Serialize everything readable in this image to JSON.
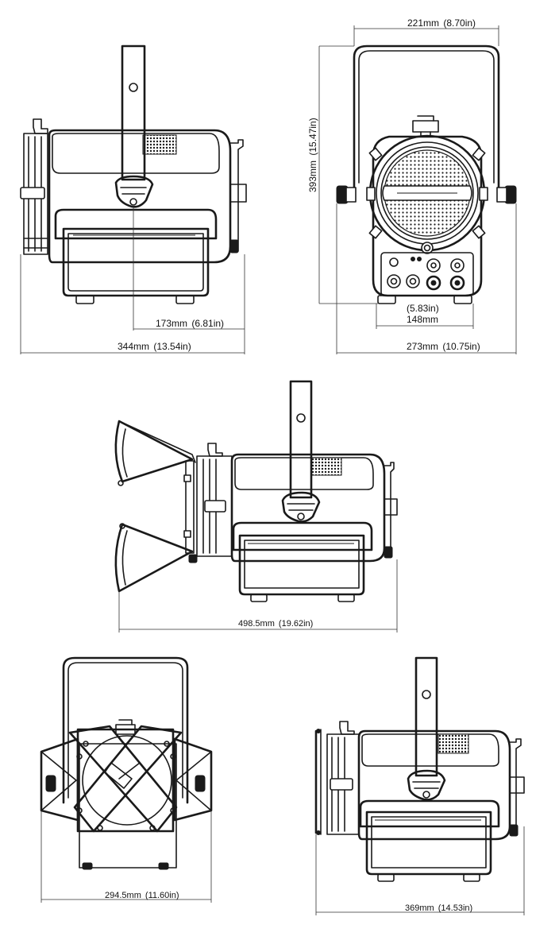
{
  "dimensions": {
    "side_front": {
      "value": "173mm",
      "imperial": "(6.81in)"
    },
    "side_depth": {
      "value": "344mm",
      "imperial": "(13.54in)"
    },
    "top_width": {
      "value": "221mm",
      "imperial": "(8.70in)"
    },
    "height": {
      "value": "393mm",
      "imperial": "(15.47in)"
    },
    "base_width": {
      "value": "148mm",
      "imperial": "(5.83in)"
    },
    "total_width": {
      "value": "273mm",
      "imperial": "(10.75in)"
    },
    "barndoor_depth": {
      "value": "498.5mm",
      "imperial": "(19.62in)"
    },
    "barndoor_width": {
      "value": "294.5mm",
      "imperial": "(11.60in)"
    },
    "yoke_depth": {
      "value": "369mm",
      "imperial": "(14.53in)"
    }
  }
}
